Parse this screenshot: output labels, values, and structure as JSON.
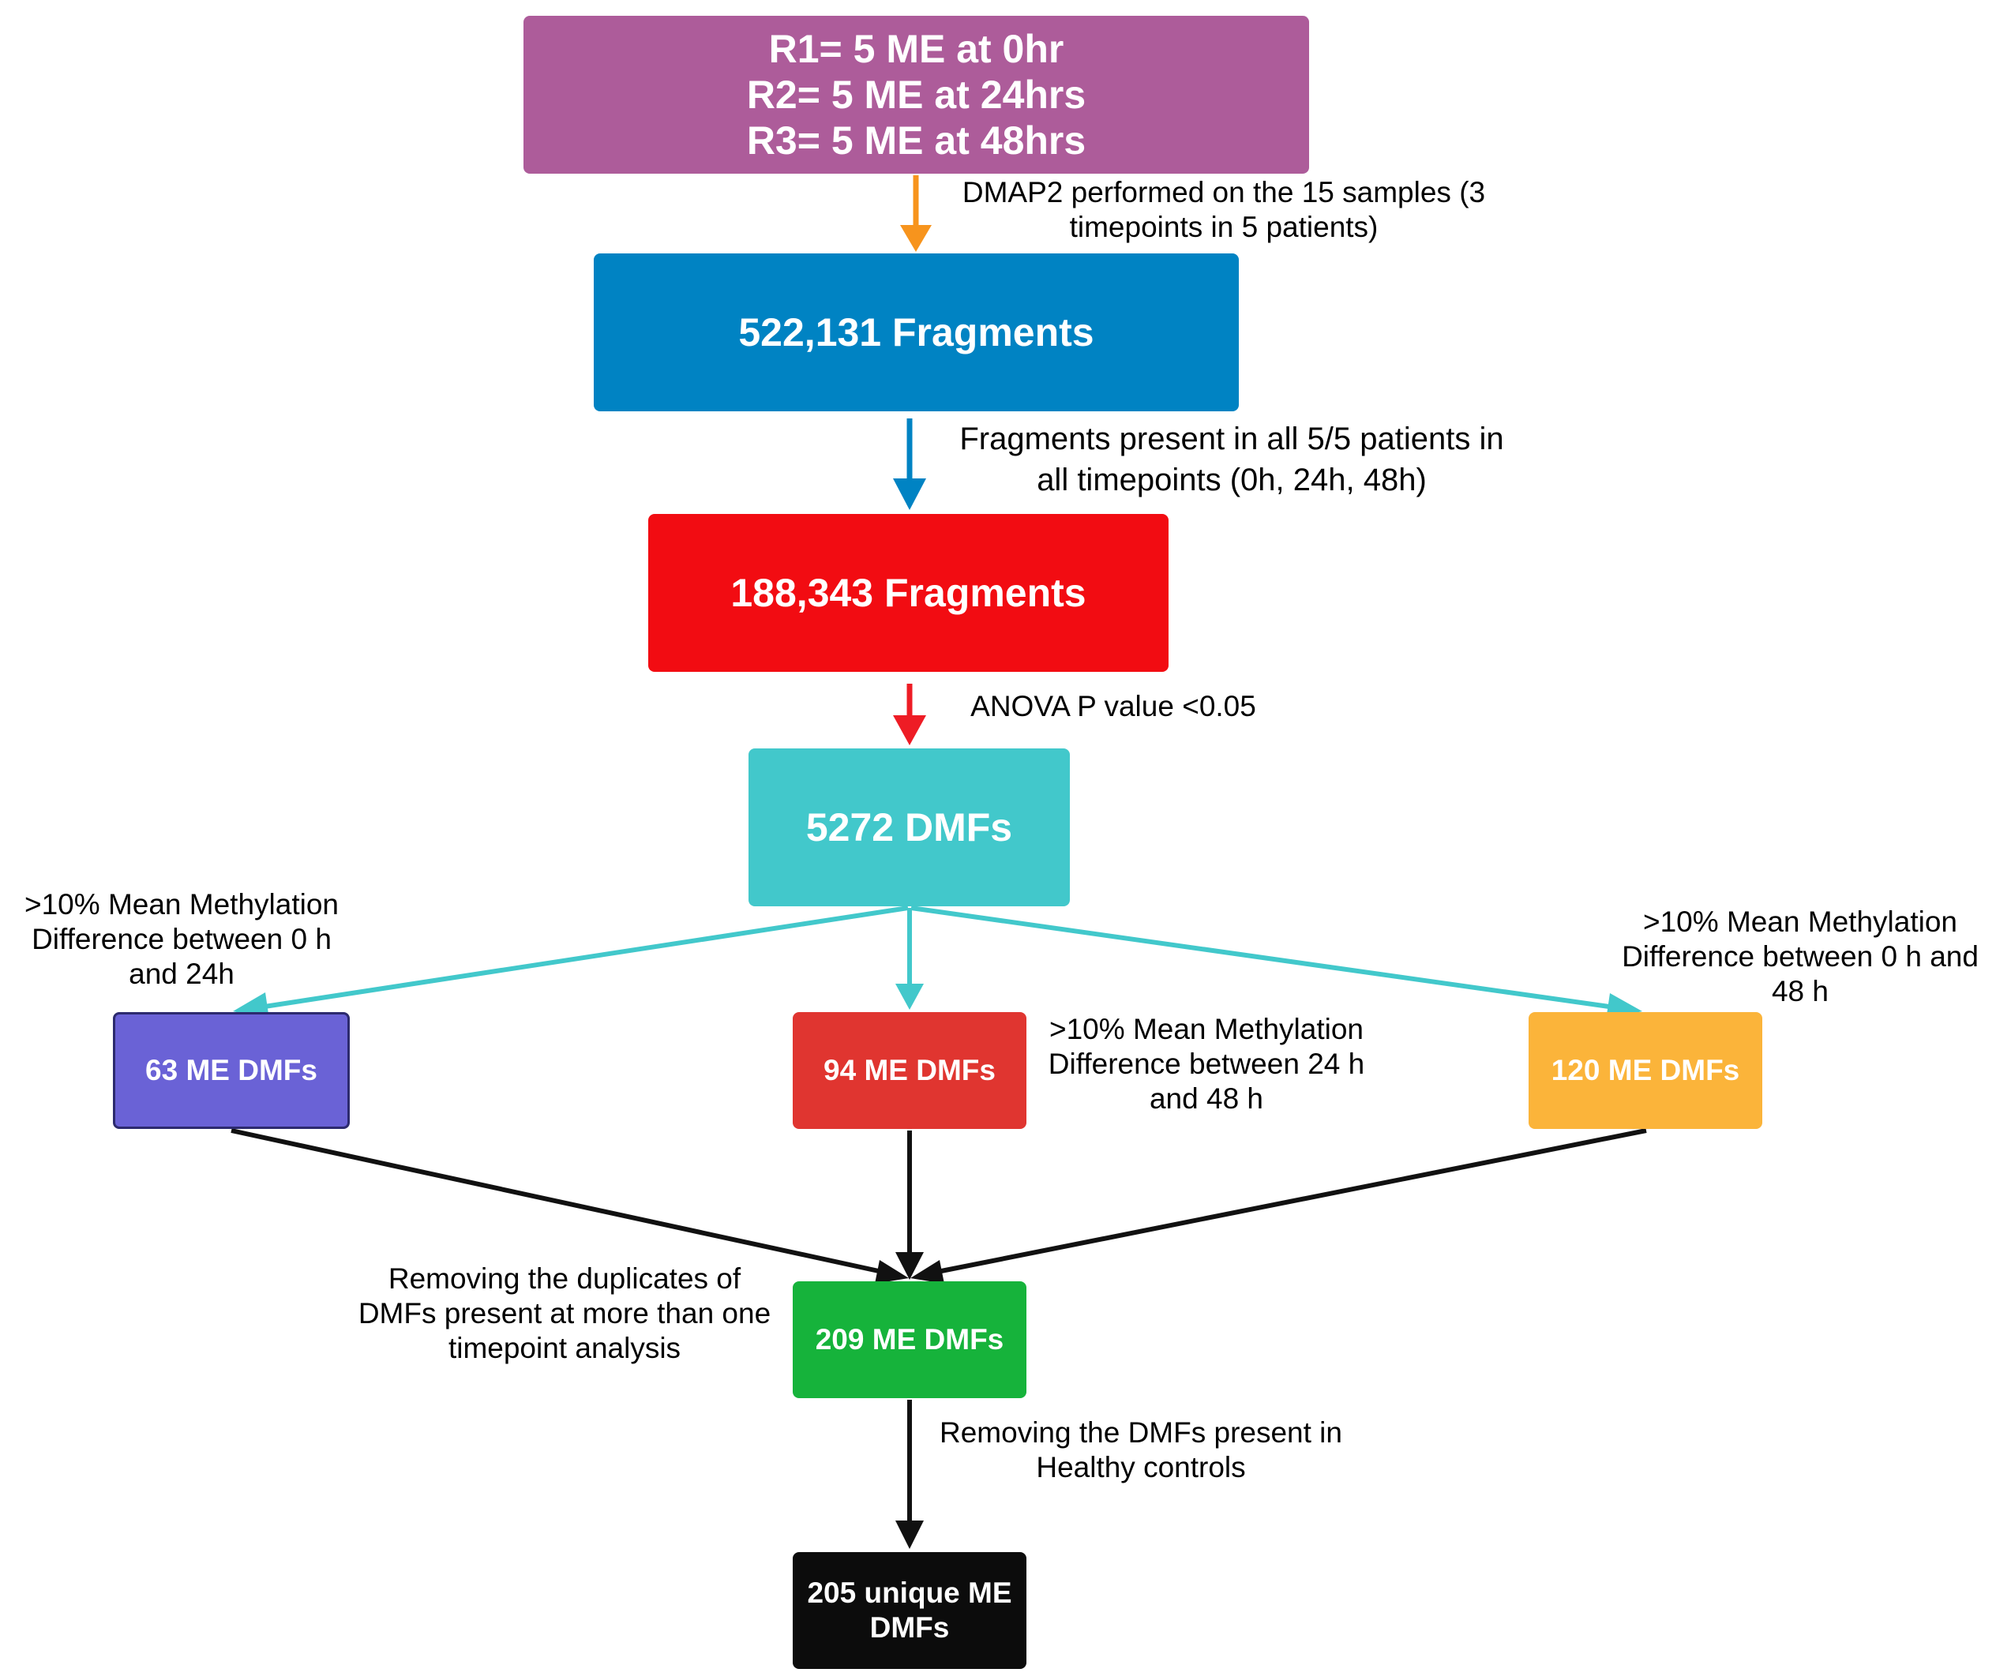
{
  "nodes": {
    "start": {
      "lines": [
        "R1= 5 ME at 0hr",
        "R2= 5 ME at 24hrs",
        "R3= 5 ME at 48hrs"
      ],
      "color": "#ad5c9a"
    },
    "fragments_all": {
      "label": "522,131 Fragments",
      "color": "#0083c3"
    },
    "fragments_present": {
      "label": "188,343 Fragments",
      "color": "#f20c12"
    },
    "dmfs": {
      "label": "5272 DMFs",
      "color": "#42c8cb"
    },
    "me_0_24": {
      "label": "63 ME DMFs",
      "color": "#6a62d6"
    },
    "me_24_48": {
      "label": "94 ME DMFs",
      "color": "#e03530"
    },
    "me_0_48": {
      "label": "120 ME DMFs",
      "color": "#fbb43a"
    },
    "me_combined": {
      "label": "209 ME DMFs",
      "color": "#16b33b"
    },
    "unique": {
      "lines": [
        "205 unique ME",
        "DMFs"
      ],
      "color": "#0c0c0c"
    }
  },
  "notes": {
    "dmap2": [
      "DMAP2 performed on the 15 samples (3",
      "timepoints in 5 patients)"
    ],
    "fragments_present": [
      "Fragments present in all 5/5 patients in",
      "all timepoints (0h, 24h, 48h)"
    ],
    "anova": [
      "ANOVA P value <0.05"
    ],
    "diff_0_24": [
      ">10% Mean Methylation",
      "Difference between 0 h",
      "and 24h"
    ],
    "diff_24_48": [
      ">10% Mean Methylation",
      "Difference between 24 h",
      "and 48 h"
    ],
    "diff_0_48": [
      ">10% Mean Methylation",
      "Difference between 0 h and",
      "48 h"
    ],
    "duplicates": [
      "Removing the duplicates of",
      "DMFs present at more than one",
      "timepoint analysis"
    ],
    "healthy": [
      "Removing the DMFs present in",
      "Healthy controls"
    ]
  },
  "arrow_colors": {
    "orange": "#f7941d",
    "blue": "#0083c3",
    "red": "#ee1c25",
    "teal": "#42c8cb",
    "black": "#111111"
  }
}
